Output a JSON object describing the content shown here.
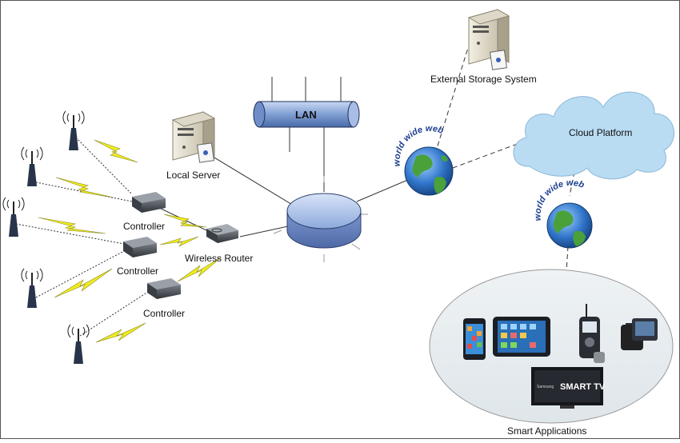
{
  "labels": {
    "lan": "LAN",
    "local_server": "Local Server",
    "external_storage": "External Storage System",
    "cloud_platform": "Cloud Platform",
    "wireless_router": "Wireless Router",
    "controller_1": "Controller",
    "controller_2": "Controller",
    "controller_3": "Controller",
    "www_1": "world wide web",
    "www_2": "world wide web",
    "smart_applications": "Smart Applications",
    "tv_brand": "SMART TV",
    "tv_maker": "Samsung"
  },
  "colors": {
    "device_blue": "#6f8ec9",
    "cloud": "#b9dcf3",
    "globe_ocean": "#2d6fc2",
    "globe_land": "#4aa13a",
    "lightning": "#f0ec1e",
    "ellipse_fill": "#e8eef2",
    "link_line": "#333333"
  },
  "icons": {
    "sensors": [
      "antenna-icon",
      "antenna-icon",
      "antenna-icon",
      "antenna-icon",
      "antenna-icon",
      "antenna-icon"
    ],
    "smart_devices": [
      "smartphone-icon",
      "tablet-icon",
      "cellphone-icon",
      "smartwatch-icon",
      "smart-tv-icon"
    ]
  }
}
